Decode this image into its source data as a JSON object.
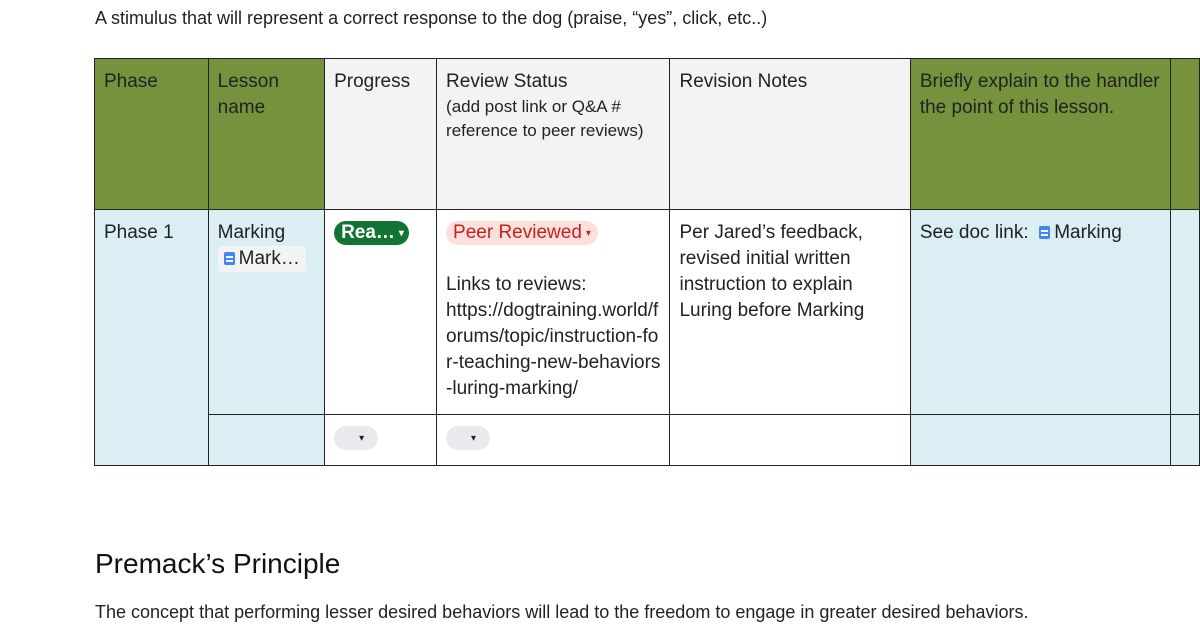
{
  "intro_text": "A stimulus that will represent a correct response to the dog (praise, “yes”, click, etc..)",
  "table": {
    "headers": {
      "phase": "Phase",
      "lesson": "Lesson name",
      "progress": "Progress",
      "review_status": "Review Status",
      "review_status_sub": "(add post link or Q&A # reference to peer reviews)",
      "revision_notes": "Revision Notes",
      "explain": "Briefly explain to the handler the point of this lesson."
    },
    "row1": {
      "phase": "Phase 1",
      "lesson": "Marking",
      "lesson_doc": "Mark…",
      "progress": "Rea…",
      "review_status": "Peer Reviewed",
      "links_label": "Links to reviews:",
      "links_url": "https://dogtraining.world/forums/topic/instruction-for-teaching-new-behaviors-luring-marking/",
      "revision_notes": "Per Jared’s feedback, revised initial written instruction to explain Luring before Marking",
      "explain_prefix": "See doc link:",
      "explain_doc": "Marking"
    }
  },
  "heading": "Premack’s Principle",
  "paragraph": "The concept that performing lesser desired behaviors will lead to the freedom to engage in greater desired behaviors."
}
